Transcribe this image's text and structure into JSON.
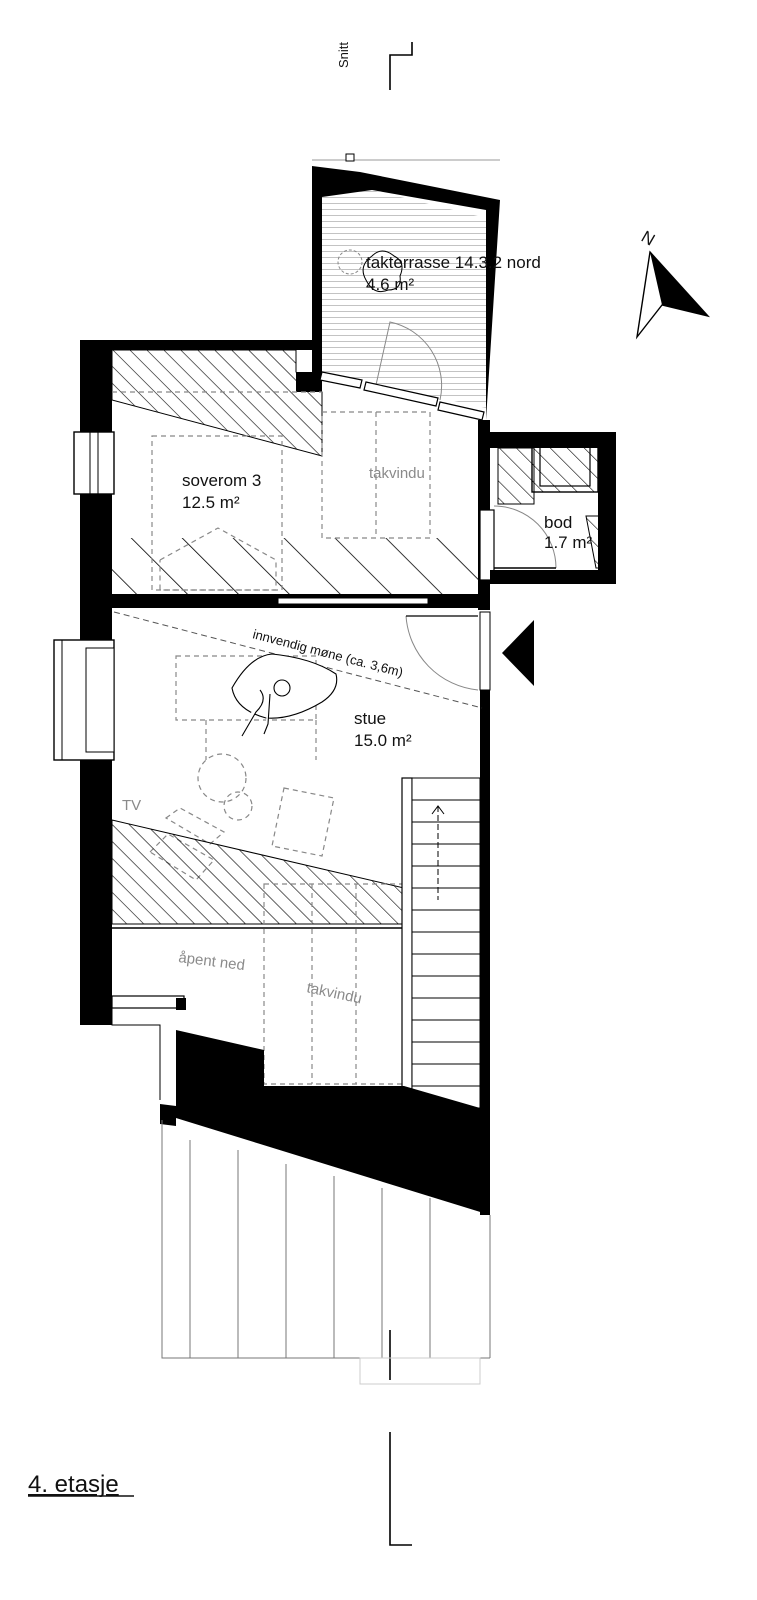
{
  "plan": {
    "title": "4. etasje",
    "section_label": "Snitt",
    "north_label": "N",
    "colors": {
      "wall": "#000000",
      "dashed": "#8a8a8a",
      "gray_text": "#8a8a8a",
      "background": "#ffffff"
    }
  },
  "rooms": {
    "takterrasse": {
      "name": "takterrasse 14.3.2 nord",
      "area": "4.6 m²"
    },
    "soverom": {
      "name": "soverom 3",
      "area": "12.5 m²"
    },
    "bod": {
      "name": "bod",
      "area": "1.7 m²"
    },
    "stue": {
      "name": "stue",
      "area": "15.0 m²"
    }
  },
  "annotations": {
    "takvindu_upper": "takvindu",
    "takvindu_lower": "takvindu",
    "ridge": "innvendig møne (ca. 3,6m)",
    "tv": "TV",
    "open_below": "åpent ned"
  },
  "icons": [
    "north-arrow-icon",
    "section-marker-icon",
    "entrance-arrow-icon",
    "person-figure-icon",
    "stair-icon",
    "door-swing-icon"
  ]
}
